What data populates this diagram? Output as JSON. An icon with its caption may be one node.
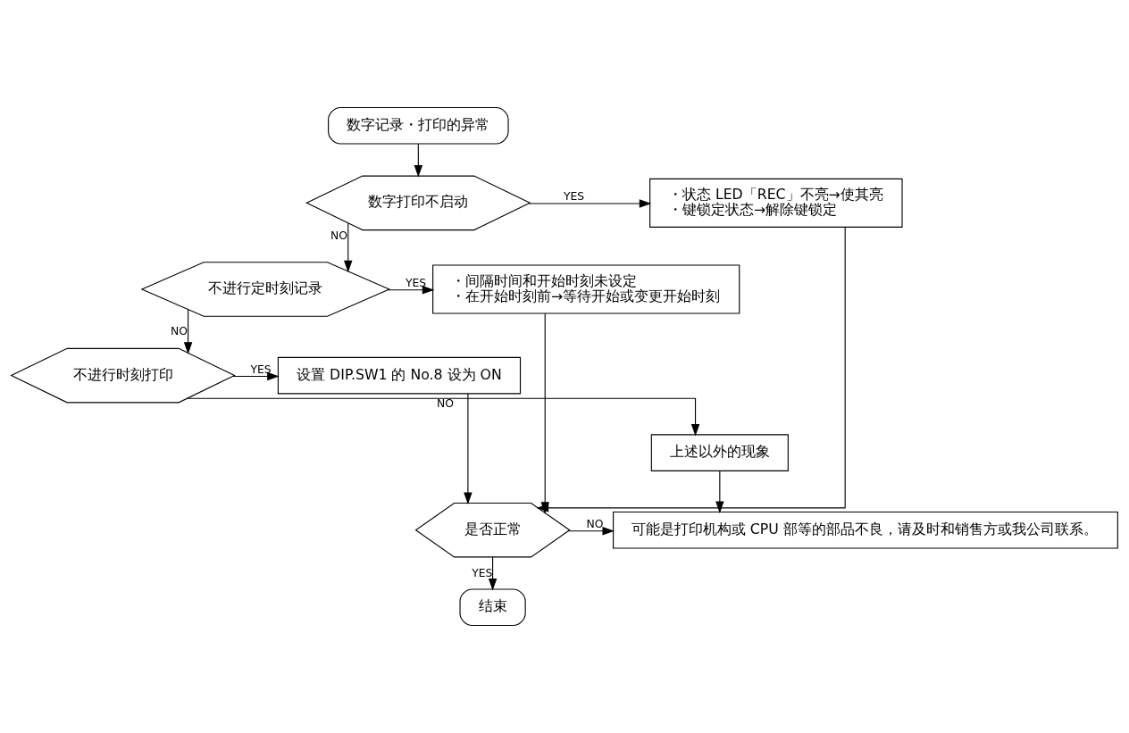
{
  "diagram": {
    "nodes": [
      {
        "text": [
          "数字记录・打印的异常"
        ]
      },
      {
        "text": [
          "数字打印不启动"
        ]
      },
      {
        "text": [
          "・状态 LED「REC」不亮→使其亮",
          "・键锁定状态→解除键锁定"
        ]
      },
      {
        "text": [
          "不进行定时刻记录"
        ]
      },
      {
        "text": [
          "・间隔时间和开始时刻未设定",
          "・在开始时刻前→等待开始或变更开始时刻"
        ]
      },
      {
        "text": [
          "不进行时刻打印"
        ]
      },
      {
        "text": [
          "设置 DIP.SW1 的 No.8 设为 ON"
        ]
      },
      {
        "text": [
          "上述以外的现象"
        ]
      },
      {
        "text": [
          "可能是打印机构或 CPU 部等的部品不良，请及时和销售方或我公司联系。"
        ]
      },
      {
        "text": [
          "是否正常"
        ]
      },
      {
        "text": [
          "结束"
        ]
      }
    ],
    "edges": [
      {
        "from": 0,
        "to": 1,
        "arrow": "to"
      },
      {
        "from": 1,
        "to": 2,
        "arrow": "to",
        "label": "YES"
      },
      {
        "from": 1,
        "to": 3,
        "arrow": "to",
        "label": "NO"
      },
      {
        "from": 3,
        "to": 4,
        "arrow": "to",
        "label": "YES"
      },
      {
        "from": 3,
        "to": 5,
        "arrow": "to",
        "label": "NO"
      },
      {
        "from": 5,
        "to": 6,
        "arrow": "to",
        "label": "YES"
      },
      {
        "from": 5,
        "to": 7,
        "arrow": "to",
        "label": "NO"
      },
      {
        "from": 2,
        "to": 9,
        "arrow": "to"
      },
      {
        "from": 4,
        "to": 9,
        "arrow": "to"
      },
      {
        "from": 6,
        "to": 9,
        "arrow": "to"
      },
      {
        "from": 7,
        "to": 8,
        "arrow": "to"
      },
      {
        "from": 9,
        "to": 8,
        "arrow": "to",
        "label": "NO"
      },
      {
        "from": 9,
        "to": 10,
        "arrow": "to",
        "label": "YES"
      }
    ]
  }
}
